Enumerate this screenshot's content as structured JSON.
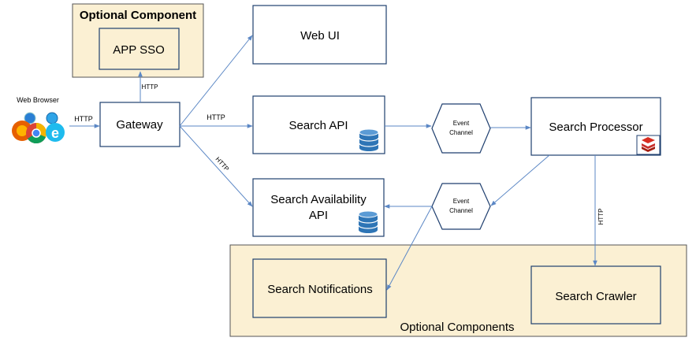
{
  "client": {
    "label": "Web Browser"
  },
  "boxes": {
    "app_sso": "APP SSO",
    "gateway": "Gateway",
    "web_ui": "Web UI",
    "search_api": "Search API",
    "search_availability_line1": "Search Availability",
    "search_availability_line2": "API",
    "search_processor": "Search Processor",
    "search_notifications": "Search Notifications",
    "search_crawler": "Search Crawler"
  },
  "groups": {
    "optional_component": "Optional Component",
    "optional_components": "Optional Components"
  },
  "channels": {
    "top_line1": "Event",
    "top_line2": "Channel",
    "bottom_line1": "Event",
    "bottom_line2": "Channel"
  },
  "edges": {
    "browser_gateway": "HTTP",
    "gateway_sso": "HTTP",
    "gateway_search_api": "HTTP",
    "gateway_availability": "HTTP",
    "processor_crawler": "HTTP"
  },
  "colors": {
    "group_fill": "#FBF0D3",
    "box_stroke": "#2F4F7F",
    "arrow": "#5B87C5",
    "db": "#2E75B6",
    "cache": "#C9302C"
  },
  "icons": [
    "browser-logos-icon",
    "database-icon",
    "cache-icon"
  ]
}
